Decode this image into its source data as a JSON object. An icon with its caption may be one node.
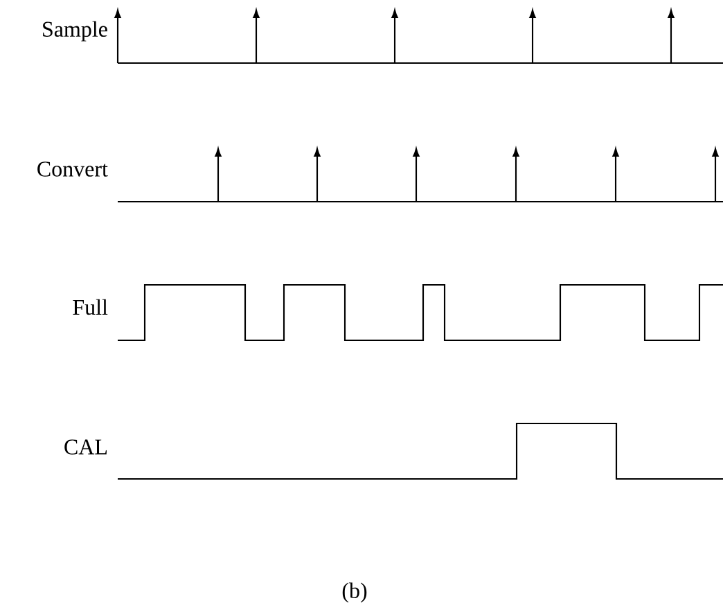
{
  "diagram": {
    "caption": "(b)",
    "labels": [
      "Sample",
      "Convert",
      "Full",
      "CAL"
    ]
  }
}
